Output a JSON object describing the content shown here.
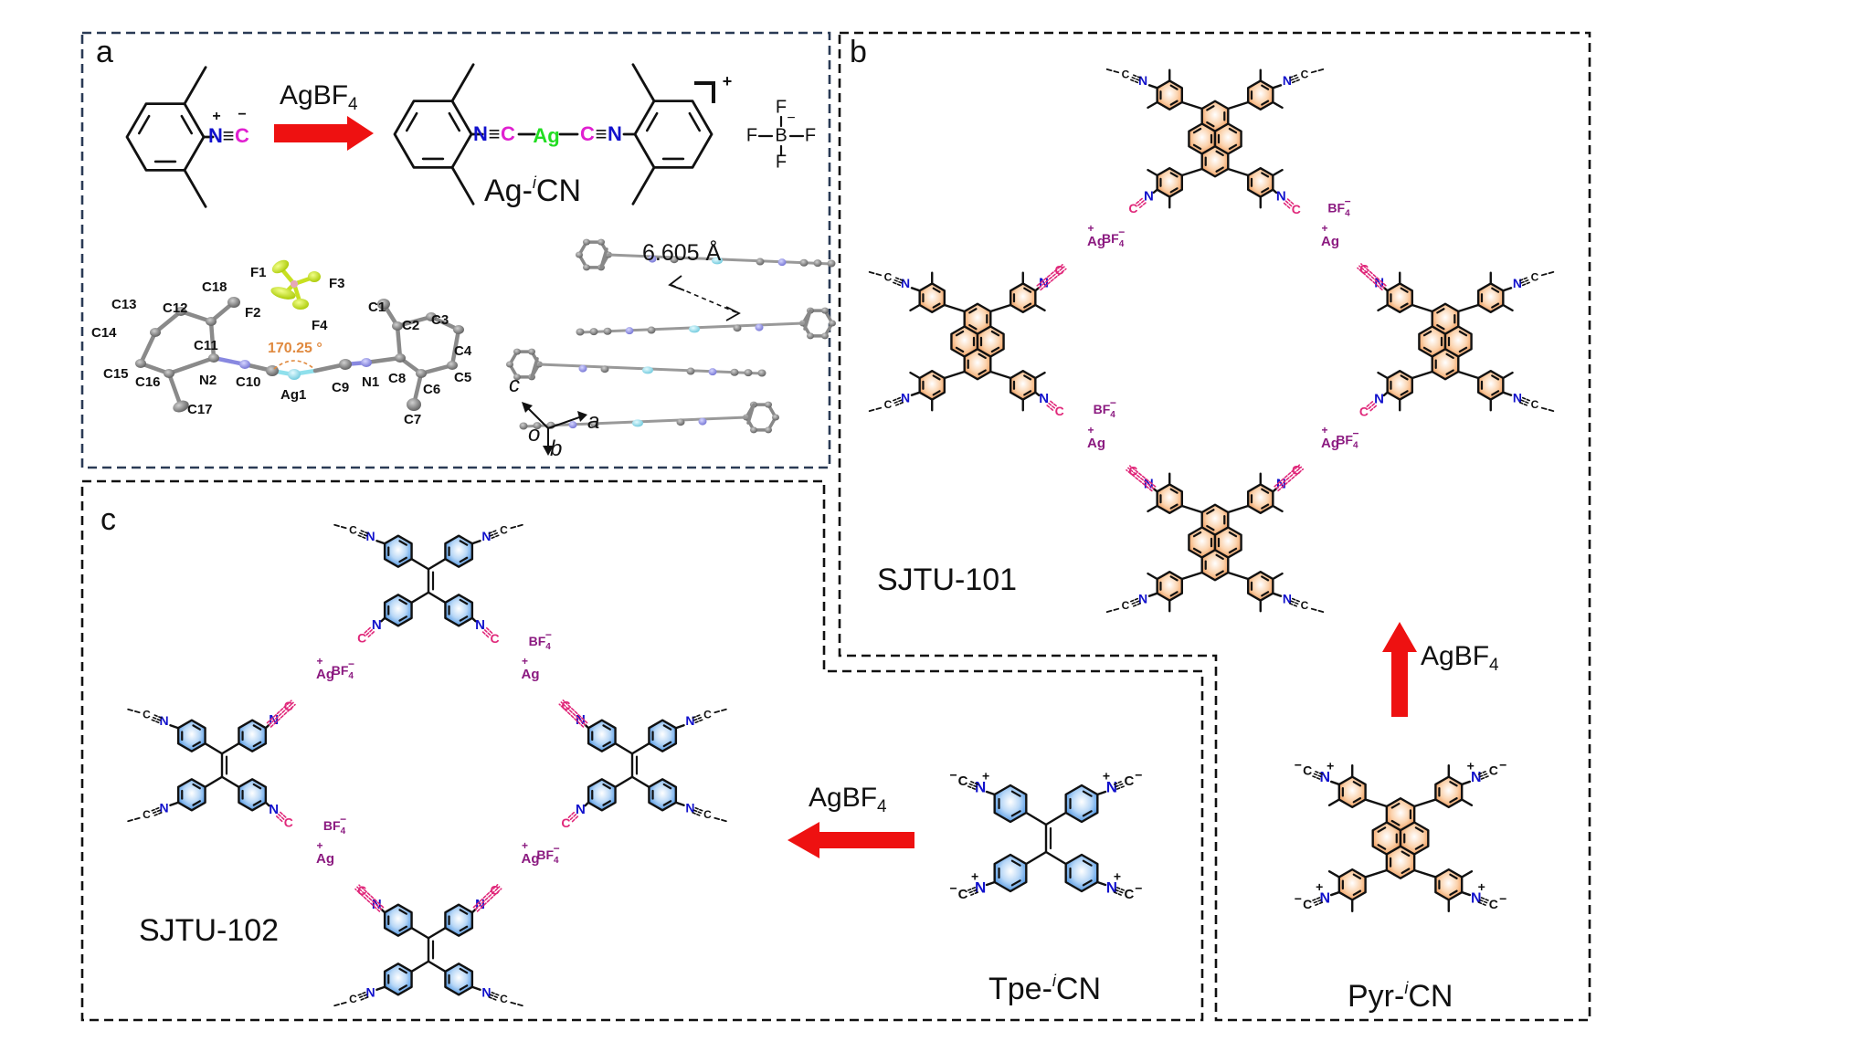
{
  "figure": {
    "panels": {
      "a": {
        "letter": "a",
        "reagent": "AgBF",
        "reagent_sub": "4",
        "reactant": {
          "plus": "+",
          "N": "N",
          "triple": "≡",
          "C": "C",
          "minus": "−"
        },
        "product": {
          "left_N": "N",
          "left_triple": "≡",
          "left_C": "C",
          "metal": "Ag",
          "right_C": "C",
          "right_triple": "≡",
          "right_N": "N",
          "bracket_charge": "+",
          "counterion": {
            "center": "B",
            "ligand": "F",
            "charge": "−"
          }
        },
        "product_name_prefix": "Ag-",
        "product_name_sup": "i",
        "product_name_suffix": "CN",
        "crystal_structure": {
          "atom_labels": [
            "C18",
            "C13",
            "C12",
            "C14",
            "C11",
            "C15",
            "C16",
            "N2",
            "C10",
            "Ag1",
            "C9",
            "N1",
            "C8",
            "C1",
            "C2",
            "C3",
            "C4",
            "C5",
            "C6",
            "C7",
            "C17",
            "F1",
            "F2",
            "F3",
            "F4"
          ],
          "angle_label": "170.25 °"
        },
        "packing": {
          "distance_label": "6.605 Å",
          "axes": {
            "c": "c",
            "a": "a",
            "b": "b",
            "origin": "o"
          }
        }
      },
      "b": {
        "letter": "b",
        "framework_name": "SJTU-101",
        "reagent": "AgBF",
        "reagent_sub": "4",
        "monomer_prefix": "Pyr-",
        "monomer_sup": "i",
        "monomer_suffix": "CN"
      },
      "c": {
        "letter": "c",
        "framework_name": "SJTU-102",
        "reagent": "AgBF",
        "reagent_sub": "4",
        "monomer_prefix": "Tpe-",
        "monomer_sup": "i",
        "monomer_suffix": "CN"
      }
    },
    "linker_labels": {
      "counterion": "BF",
      "counterion_sub": "4",
      "counterion_charge": "−",
      "metal": "Ag",
      "metal_charge": "+",
      "C": "C",
      "N": "N"
    },
    "colors": {
      "arrow": "#ee1111",
      "nitrogen": "#1111cc",
      "isocyanide_carbon": "#e020d0",
      "silver_green": "#22dd22",
      "linker_pink": "#e0287a",
      "linker_purple": "#8b1a80",
      "pyrene_fill": "#f0a060",
      "tpe_fill": "#5aa0e8",
      "angle_orange": "#e08a40",
      "fluorine": "#c8e020",
      "boron": "#e8a8b8",
      "carbon_grey": "#7a7a7a",
      "silver_cyan": "#8fe0ec",
      "n_lavender": "#8888e0",
      "panel_a_border": "#2a3a55"
    }
  }
}
